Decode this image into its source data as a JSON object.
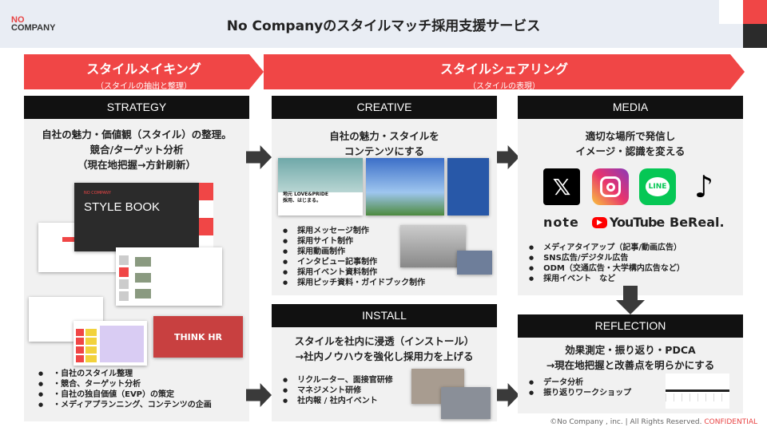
{
  "header": {
    "logo_top": "NO",
    "logo_bottom": "COMPANY",
    "title": "No Companyのスタイルマッチ採用支援サービス"
  },
  "phases": [
    {
      "title": "スタイルメイキング",
      "subtitle": "（スタイルの抽出と整理）"
    },
    {
      "title": "スタイルシェアリング",
      "subtitle": "（スタイルの表現）"
    }
  ],
  "strategy": {
    "header": "STRATEGY",
    "lead": [
      "自社の魅力・価値観（スタイル）の整理。",
      "競合/ターゲット分析",
      "（現在地把握→方針刷新）"
    ],
    "thumb_stylebook": "STYLE BOOK",
    "thumb_think": "THINK HR",
    "items": [
      "自社のスタイル整理",
      "競合、ターゲット分析",
      "自社の独自価値（EVP）の策定",
      "メディアプランニング、コンテンツの企画"
    ]
  },
  "creative": {
    "header": "CREATIVE",
    "lead": [
      "自社の魅力・スタイルを",
      "コンテンツにする"
    ],
    "thumb_text": "地元 LOVE&PRIDE採用、はじまる。",
    "items": [
      "採用メッセージ制作",
      "採用サイト制作",
      "採用動画制作",
      "インタビュー記事制作",
      "採用イベント資料制作",
      "採用ピッチ資料・ガイドブック制作"
    ]
  },
  "install": {
    "header": "INSTALL",
    "lead": [
      "スタイルを社内に浸透（インストール）",
      "→社内ノウハウを強化し採用力を上げる"
    ],
    "items": [
      "リクルーター、面接官研修",
      "マネジメント研修",
      "社内報 / 社内イベント"
    ]
  },
  "media": {
    "header": "MEDIA",
    "lead": [
      "適切な場所で発信し",
      "イメージ・認識を変える"
    ],
    "logos": {
      "x": "𝕏",
      "note": "note",
      "youtube": "YouTube",
      "bereal": "BeReal."
    },
    "items": [
      "メディアタイアップ（記事/動画広告）",
      "SNS広告/デジタル広告",
      "ODM（交通広告・大学構内広告など）",
      "採用イベント　など"
    ]
  },
  "reflection": {
    "header": "REFLECTION",
    "lead": [
      "効果測定・振り返り・PDCA",
      "→現在地把握と改善点を明らかにする"
    ],
    "items": [
      "データ分析",
      "振り返りワークショップ"
    ]
  },
  "footer": {
    "copyright": "©No Company , inc.  |  All Rights Reserved.",
    "confidential": "CONFIDENTIAL"
  },
  "colors": {
    "accent": "#f04646",
    "dark": "#111111",
    "panel": "#f1f1f1",
    "header_bg": "#e9edf4"
  }
}
